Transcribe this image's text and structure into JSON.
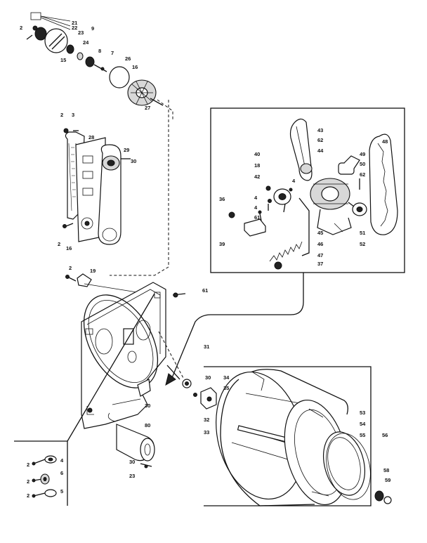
{
  "callouts": {
    "top_group": [
      "2",
      "21",
      "22",
      "23",
      "9",
      "24",
      "8",
      "7",
      "15",
      "26",
      "16",
      "27"
    ],
    "vent_group": [
      "2",
      "3",
      "28",
      "29",
      "30",
      "2",
      "16"
    ],
    "bulkhead_group": [
      "2",
      "19",
      "61",
      "31",
      "30",
      "80",
      "30",
      "23"
    ],
    "inset_group": [
      "43",
      "62",
      "44",
      "40",
      "18",
      "42",
      "4",
      "4",
      "36",
      "4",
      "61",
      "39",
      "48",
      "49",
      "50",
      "62",
      "51",
      "52",
      "45",
      "46",
      "47",
      "37"
    ],
    "drum_group": [
      "30",
      "34",
      "35",
      "32",
      "33",
      "53",
      "54",
      "55",
      "56",
      "58",
      "59"
    ],
    "lower_left_group": [
      "2",
      "4",
      "2",
      "6",
      "2",
      "5"
    ]
  }
}
